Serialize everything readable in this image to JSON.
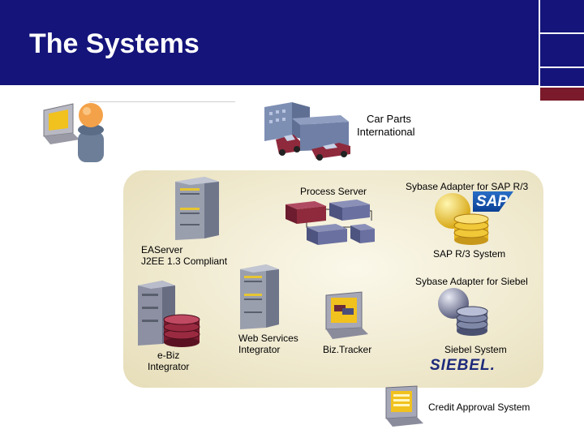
{
  "slide": {
    "title": "The Systems"
  },
  "labels": {
    "car_parts_line1": "Car Parts",
    "car_parts_line2": "International",
    "process_server": "Process Server",
    "sybase_adapter_sap": "Sybase Adapter for SAP R/3",
    "easerver_line1": "EAServer",
    "easerver_line2": "J2EE 1.3 Compliant",
    "sap_system": "SAP R/3 System",
    "sybase_adapter_siebel": "Sybase Adapter for Siebel",
    "web_services_line1": "Web Services",
    "web_services_line2": "Integrator",
    "biztracker": "Biz.Tracker",
    "siebel_system": "Siebel System",
    "ebiz_line1": "e-Biz",
    "ebiz_line2": "Integrator",
    "credit_approval": "Credit Approval System"
  },
  "logos": {
    "sap": "SAP",
    "siebel": "SIEBEL."
  },
  "colors": {
    "header": "#14147a",
    "accent_red": "#7a1a2a",
    "panel": "#f0ead0"
  },
  "icons": [
    "user-at-workstation-icon",
    "factory-with-trucks-icon",
    "server-icon",
    "database-icon",
    "computer-icon"
  ]
}
